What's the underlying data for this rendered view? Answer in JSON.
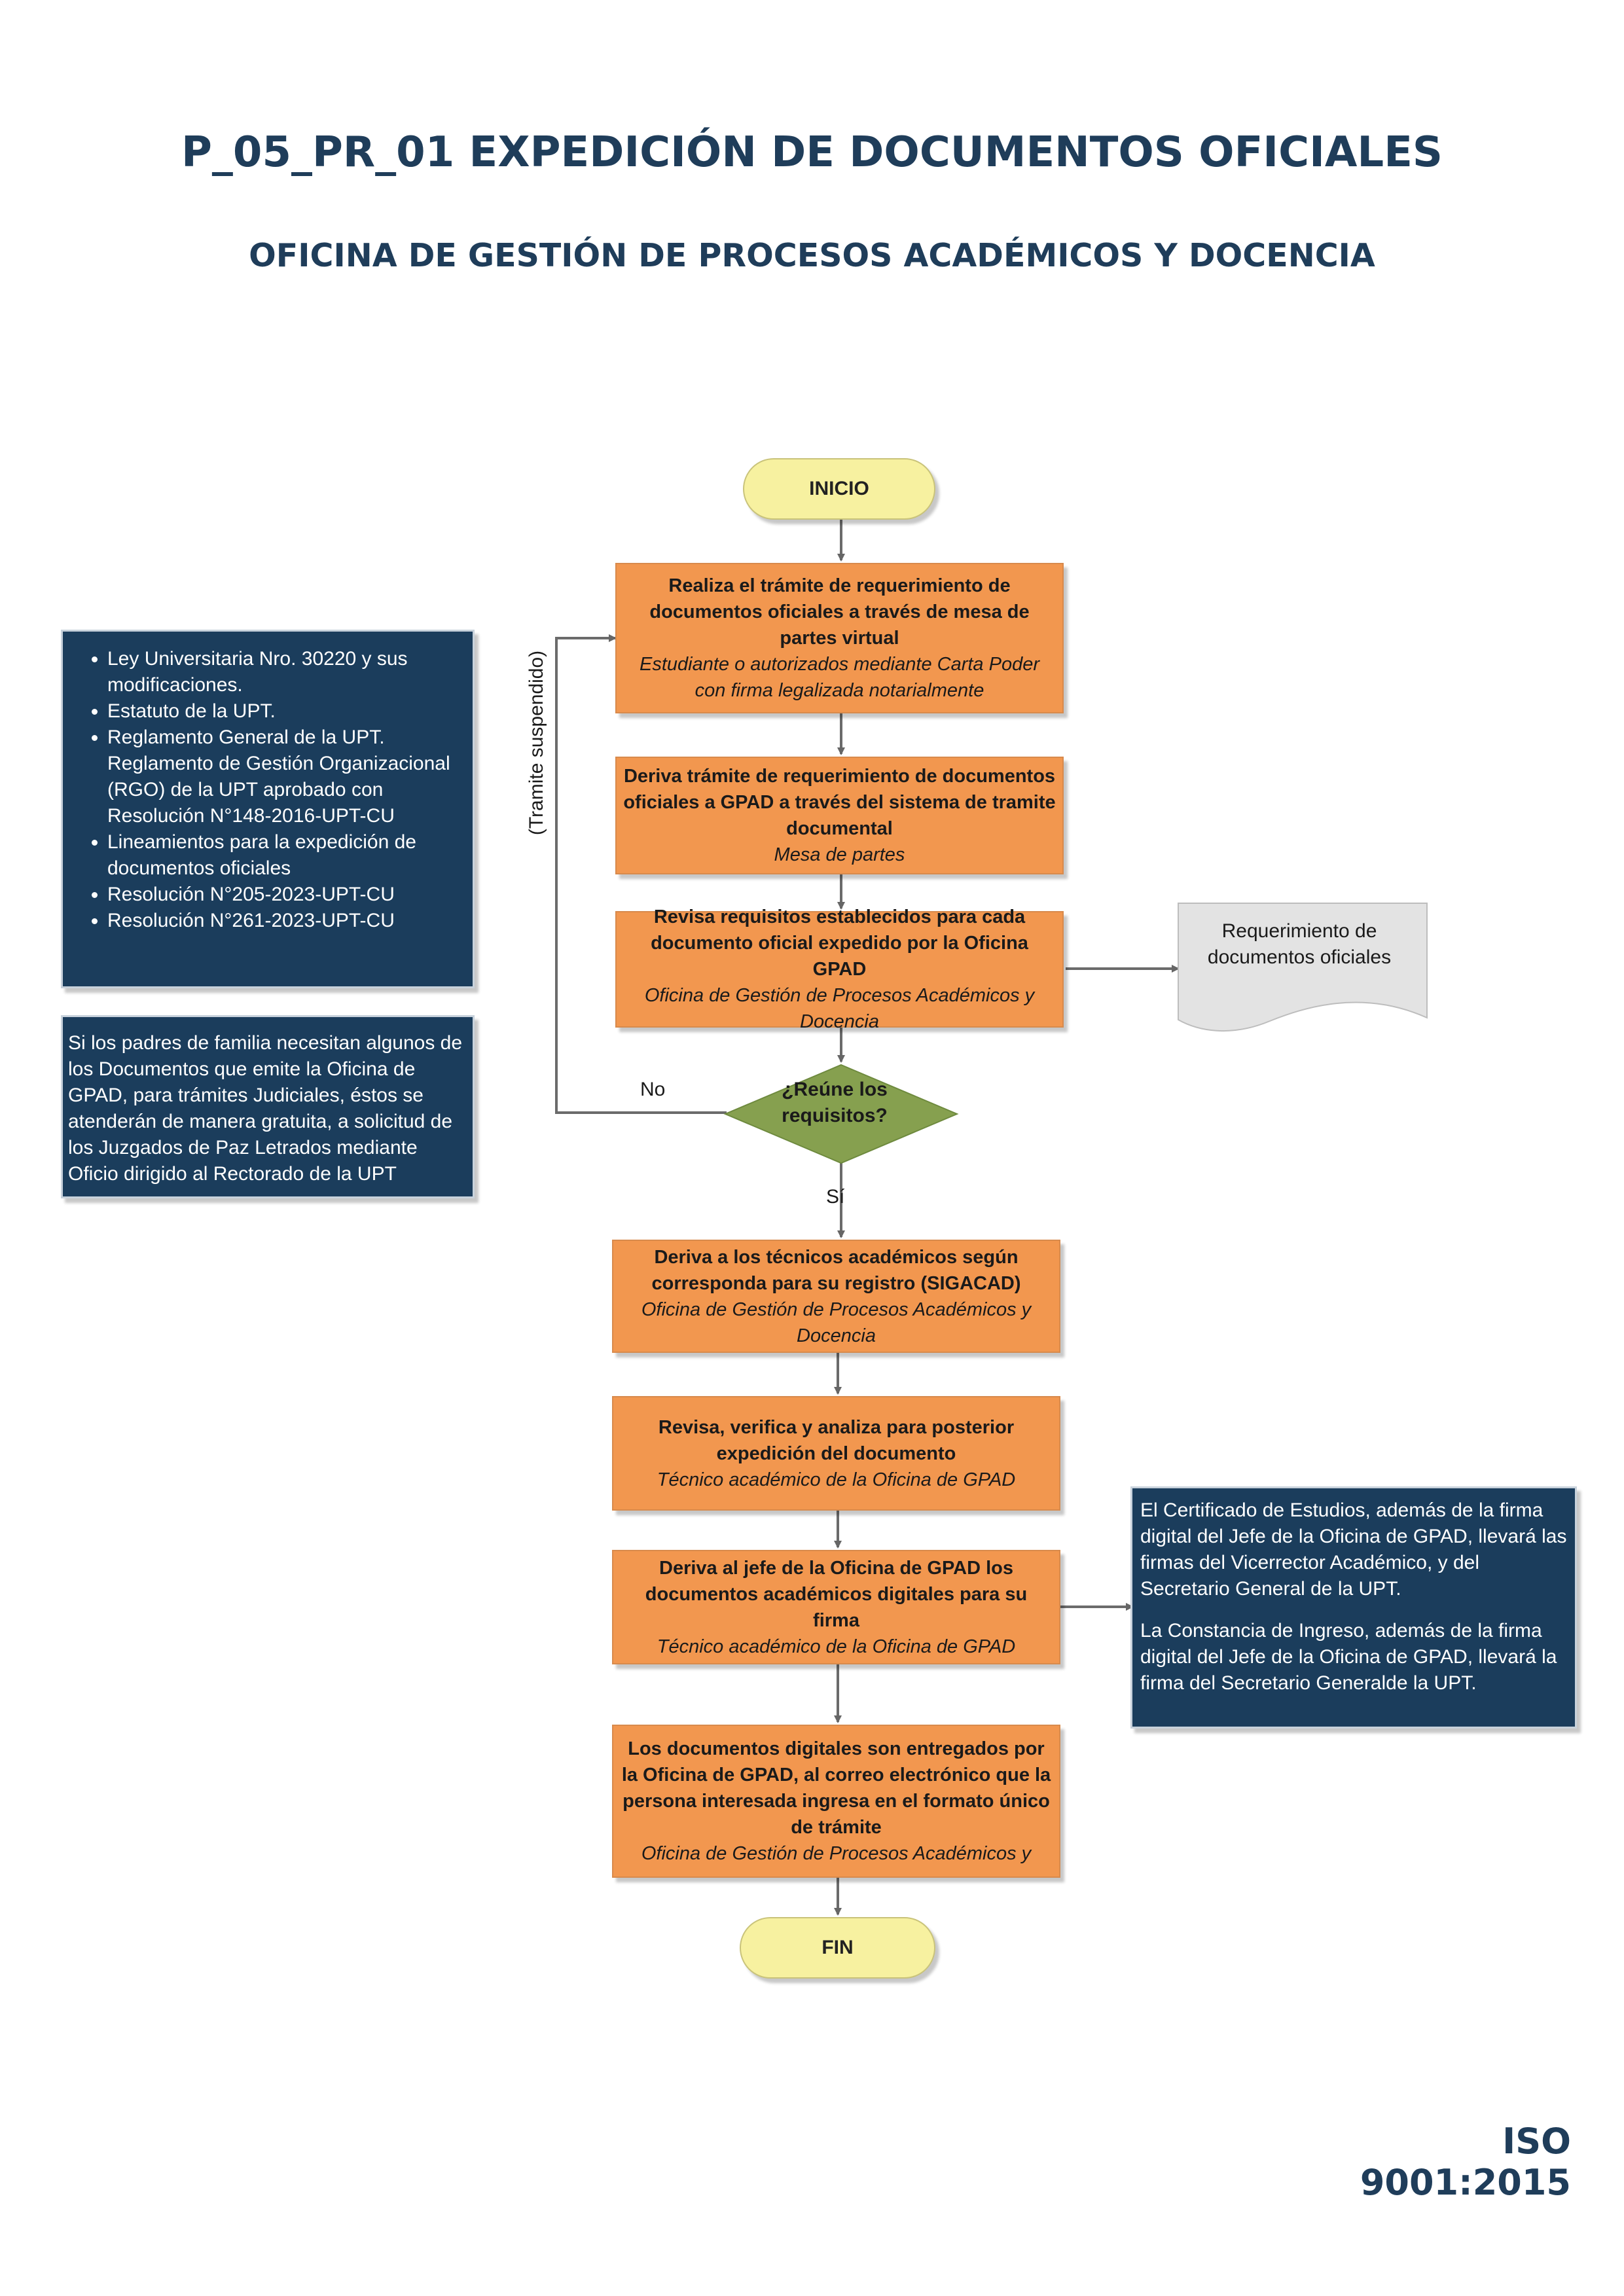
{
  "header": {
    "title": "P_05_PR_01 EXPEDICIÓN DE DOCUMENTOS OFICIALES",
    "subtitle": "OFICINA DE GESTIÓN DE  PROCESOS ACADÉMICOS Y DOCENCIA"
  },
  "flow": {
    "start": "INICIO",
    "end": "FIN",
    "steps": [
      {
        "title": "Realiza el trámite de requerimiento de documentos oficiales a través de mesa de partes virtual",
        "role": "Estudiante o autorizados mediante Carta Poder con firma legalizada notarialmente"
      },
      {
        "title": "Deriva trámite de requerimiento de documentos oficiales a GPAD a través del sistema de tramite documental",
        "role": "Mesa de partes"
      },
      {
        "title": "Revisa requisitos establecidos para cada documento oficial expedido por la Oficina GPAD",
        "role": "Oficina de Gestión de Procesos Académicos y Docencia"
      },
      {
        "title": "Deriva a los técnicos académicos según corresponda para su registro (SIGACAD)",
        "role": "Oficina de Gestión de Procesos Académicos y Docencia"
      },
      {
        "title": "Revisa, verifica y analiza para posterior expedición del documento",
        "role": "Técnico académico de la Oficina de GPAD"
      },
      {
        "title": "Deriva al jefe de la Oficina de GPAD los documentos académicos digitales para su firma",
        "role": "Técnico académico de la Oficina de GPAD"
      },
      {
        "title": "Los documentos digitales son entregados por la Oficina de GPAD, al correo electrónico que la persona interesada ingresa en el formato único de trámite",
        "role": "Oficina de Gestión de Procesos Académicos y"
      }
    ],
    "decision": {
      "question": "¿Reúne los requisitos?",
      "yes": "Sí",
      "no": "No"
    },
    "loop_label": "(Tramite suspendido)",
    "document": "Requerimiento de documentos oficiales"
  },
  "legal_box": {
    "items": [
      "Ley Universitaria Nro. 30220 y sus modificaciones.",
      "Estatuto de la UPT.",
      "Reglamento General de la UPT. Reglamento de Gestión Organizacional (RGO) de la UPT aprobado con Resolución N°148-2016-UPT-CU",
      "Lineamientos para la expedición de documentos oficiales",
      "Resolución N°205-2023-UPT-CU",
      "Resolución N°261-2023-UPT-CU"
    ]
  },
  "parents_note": "Si los padres de familia necesitan algunos de los Documentos que emite la Oficina de GPAD, para trámites Judiciales, éstos se atenderán de manera gratuita, a solicitud de los Juzgados de Paz Letrados mediante Oficio dirigido al Rectorado de la UPT",
  "signature_note": {
    "p1": "El Certificado de Estudios, además de la firma digital del Jefe de la Oficina de GPAD, llevará las firmas del Vicerrector Académico, y del Secretario General de la UPT.",
    "p2": "La Constancia de Ingreso, además de la firma digital del Jefe de la Oficina de GPAD, llevará la firma del Secretario Generalde la UPT."
  },
  "footer": {
    "iso": "ISO 9001:2015"
  },
  "colors": {
    "navy": "#1b3d5c",
    "process": "#f2974f",
    "terminator": "#f7f1a0",
    "decision": "#86a04f",
    "document": "#e3e3e3",
    "title": "#1f3d5a"
  }
}
